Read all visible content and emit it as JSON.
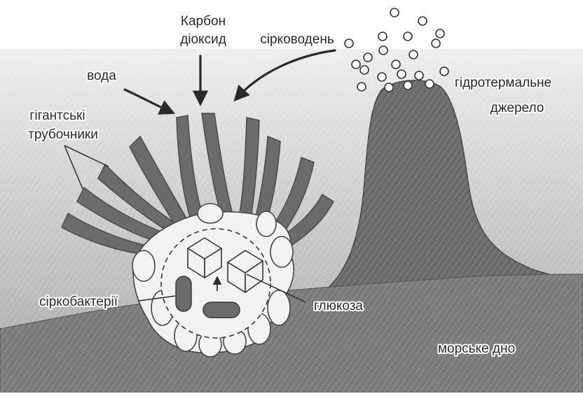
{
  "labels": {
    "carbon_dioxide_line1": "Карбон",
    "carbon_dioxide_line2": "діоксид",
    "hydrogen_sulfide": "сірководень",
    "water": "вода",
    "giant_tubeworms_line1": "гігантські",
    "giant_tubeworms_line2": "трубочники",
    "hydrothermal_vent_line1": "гідротермальне",
    "hydrothermal_vent_line2": "джерело",
    "sulfur_bacteria": "сіркобактерії",
    "glucose": "глюкоза",
    "sea_floor": "морське дно"
  },
  "colors": {
    "water_light": "#e9e9e9",
    "water_mid": "#c4c4c4",
    "water_dark": "#a9a9a9",
    "tube": "#6b6b6b",
    "tube_outline": "#4a4a4a",
    "vent": "#6a6a6a",
    "seafloor": "#7b7b7b",
    "light_fill": "#f2f2f2",
    "ink": "#2a2a2a"
  }
}
